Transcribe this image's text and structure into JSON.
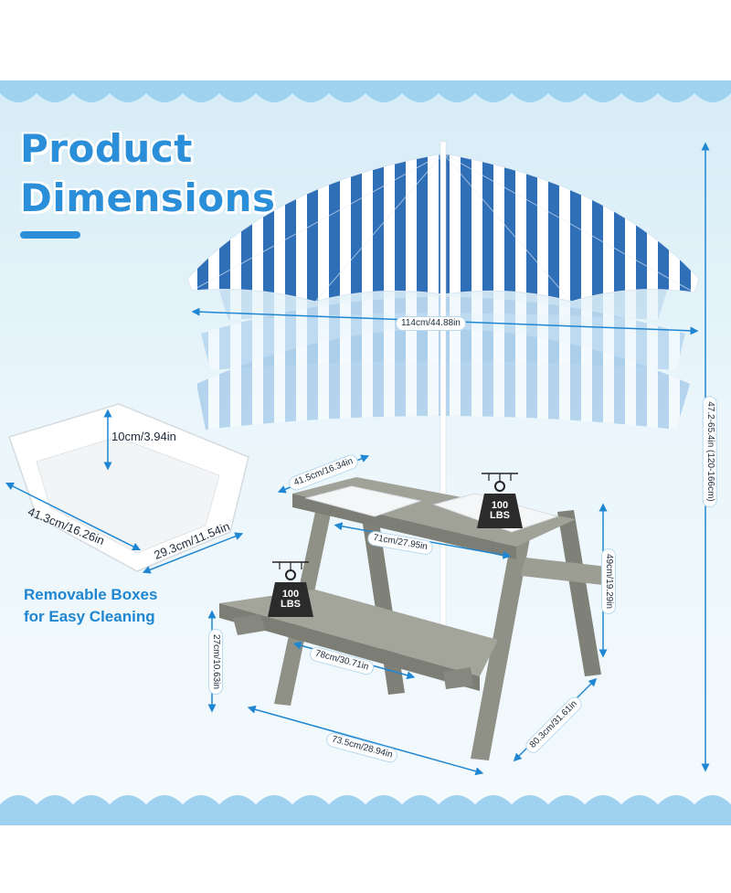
{
  "heading": {
    "line1": "Product",
    "line2": "Dimensions"
  },
  "caption": {
    "line1": "Removable Boxes",
    "line2": "for Easy Cleaning"
  },
  "dimensions": {
    "umbrella_width": "114cm/44.88in",
    "total_height": "47.2-65.4in (120-166cm)",
    "box_depth": "10cm/3.94in",
    "box_length": "41.3cm/16.26in",
    "box_width": "29.3cm/11.54in",
    "table_depth": "41.5cm/16.34in",
    "table_length": "71cm/27.95in",
    "table_height": "49cm/19.29in",
    "bench_height": "27cm/10.63in",
    "bench_length": "78cm/30.71in",
    "base_length": "73.5cm/28.94in",
    "base_width": "80.3cm/31.61in"
  },
  "weights": {
    "table_load": {
      "value": "100",
      "unit": "LBS"
    },
    "bench_load": {
      "value": "100",
      "unit": "LBS"
    }
  },
  "colors": {
    "accent": "#2a8fd8",
    "stripe": "#2f6fb8",
    "wood": "#8f9187"
  }
}
